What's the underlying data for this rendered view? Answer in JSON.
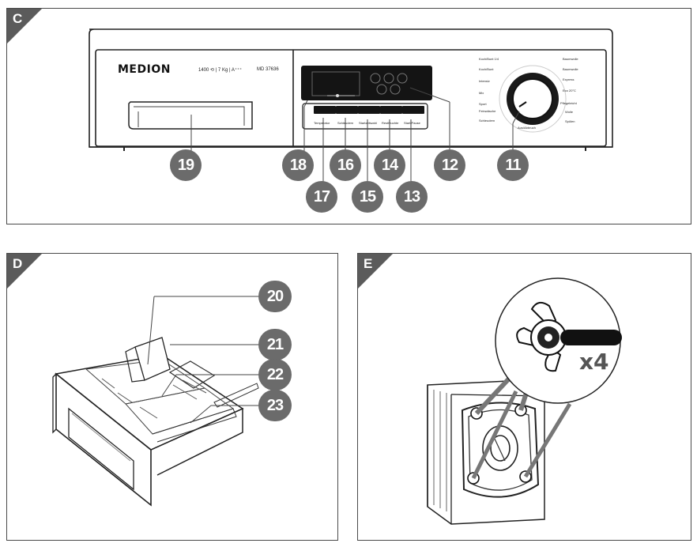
{
  "panels": {
    "c": {
      "letter": "C"
    },
    "d": {
      "letter": "D"
    },
    "e": {
      "letter": "E"
    }
  },
  "control_panel": {
    "brand": "MEDION",
    "spec": "1400 ⟲ | 7 Kg | A⁺⁺⁺",
    "model": "MD 37636",
    "button_labels": [
      "Temperatur",
      "Schleudern",
      "Startzeitwahl",
      "Restfeuchte",
      "Start/Pause"
    ],
    "programs_left": [
      "Koch/Bunt 1/4",
      "Koch/Bunt",
      "Intensiv",
      "Mix",
      "Sport",
      "Feinwäsche",
      "Schleudern"
    ],
    "programs_right": [
      "Baumwolle",
      "Baumwolle",
      "Express",
      "Eco 20°C",
      "Pflegeleicht",
      "Wolle",
      "Spülen"
    ],
    "program_bottom": "Aus/Abbruch"
  },
  "callouts_c": [
    "19",
    "18",
    "17",
    "16",
    "15",
    "14",
    "13",
    "12",
    "11"
  ],
  "callouts_d": [
    "20",
    "21",
    "22",
    "23"
  ],
  "quantity_e": "x4"
}
